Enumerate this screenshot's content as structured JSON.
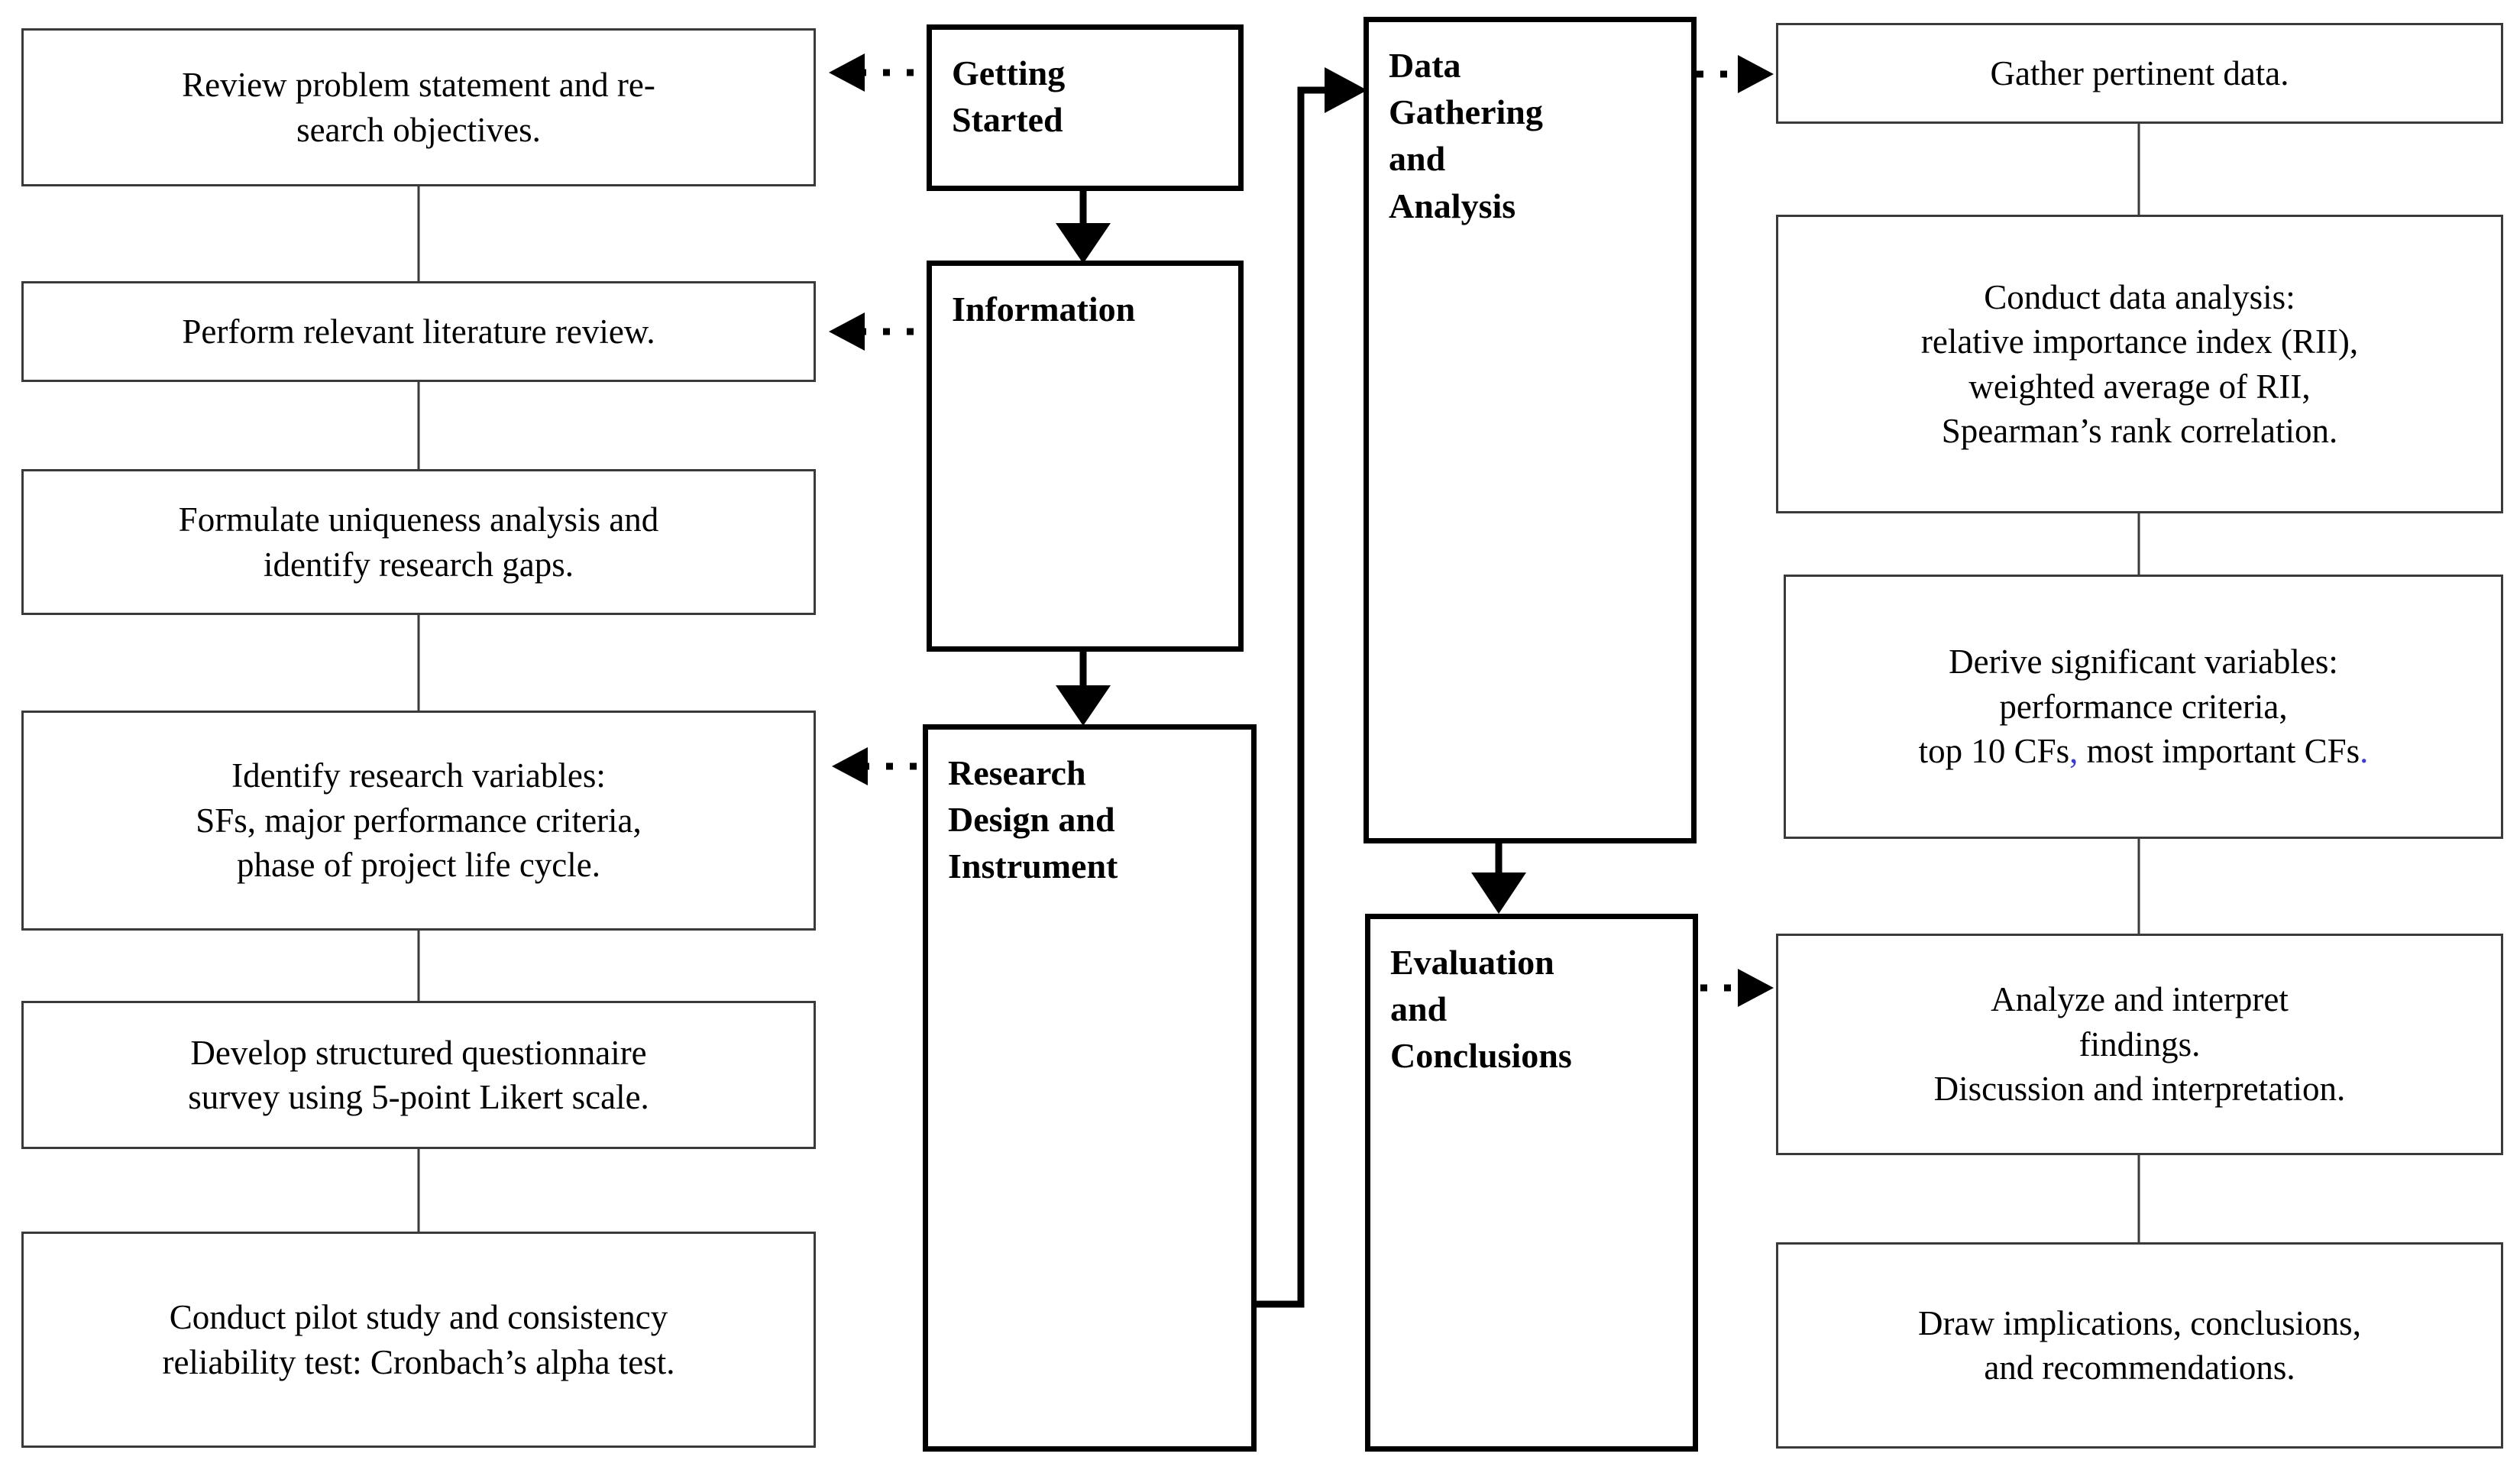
{
  "diagram": {
    "title": "Research methodology flowchart",
    "colors": {
      "box_border": "#3a3a3a",
      "stage_border": "#000000",
      "connector": "#000000",
      "highlight": "#3c3cc8"
    },
    "stages": [
      {
        "id": "getting-started",
        "label": "Getting\nStarted"
      },
      {
        "id": "information",
        "label": "Information"
      },
      {
        "id": "research-design",
        "label": "Research\nDesign and\nInstrument"
      },
      {
        "id": "data-gathering",
        "label": "Data\nGathering\nand\nAnalysis"
      },
      {
        "id": "evaluation",
        "label": "Evaluation\nand\nConclusions"
      }
    ],
    "left_tasks": [
      {
        "id": "review-problem",
        "text": "Review problem statement and re-\nsearch objectives."
      },
      {
        "id": "literature-review",
        "text": "Perform relevant literature review."
      },
      {
        "id": "uniqueness-analysis",
        "text": "Formulate uniqueness analysis and\nidentify research gaps."
      },
      {
        "id": "research-variables",
        "text": "Identify research variables:\nSFs, major performance criteria,\nphase of project life cycle."
      },
      {
        "id": "questionnaire",
        "text": "Develop structured questionnaire\nsurvey using 5-point Likert scale."
      },
      {
        "id": "pilot-study",
        "text": "Conduct pilot study and consistency\nreliability test: Cronbach’s alpha test."
      }
    ],
    "right_tasks": [
      {
        "id": "gather-data",
        "text": "Gather pertinent data."
      },
      {
        "id": "data-analysis",
        "text": "Conduct data analysis:\nrelative importance index (RII),\nweighted average of RII,\nSpearman’s rank correlation."
      },
      {
        "id": "derive-variables",
        "pre": "Derive significant variables:\nperformance criteria,\ntop 10 CFs",
        "hl1": ",",
        "mid": " most important CFs",
        "hl2": "."
      },
      {
        "id": "analyze-findings",
        "text": "Analyze and interpret\nfindings.\nDiscussion and interpretation."
      },
      {
        "id": "draw-implications",
        "text": "Draw implications, conclusions,\nand recommendations."
      }
    ],
    "connectors": [
      {
        "id": "getting-started-to-review-problem",
        "kind": "dotted-arrow-left"
      },
      {
        "id": "information-to-literature-review",
        "kind": "dotted-arrow-left"
      },
      {
        "id": "research-design-to-research-variables",
        "kind": "dotted-arrow-left"
      },
      {
        "id": "data-gathering-to-gather-data",
        "kind": "dotted-arrow-right"
      },
      {
        "id": "evaluation-to-analyze-findings",
        "kind": "dotted-arrow-right"
      },
      {
        "id": "getting-started-to-information",
        "kind": "solid-arrow-down"
      },
      {
        "id": "information-to-research-design",
        "kind": "solid-arrow-down"
      },
      {
        "id": "research-design-to-data-gathering",
        "kind": "elbow-arrow-right"
      },
      {
        "id": "data-gathering-to-evaluation",
        "kind": "solid-arrow-down"
      },
      {
        "id": "left-column-chain",
        "kind": "solid-line"
      },
      {
        "id": "right-column-chain",
        "kind": "solid-line"
      }
    ]
  }
}
